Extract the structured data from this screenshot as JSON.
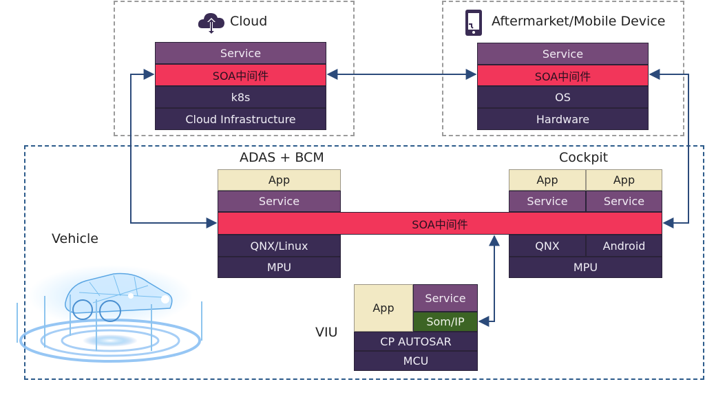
{
  "colors": {
    "service": "#754a79",
    "soa_middleware": "#f2365a",
    "base_layer": "#3a2c54",
    "app": "#f2e9c4",
    "som_ip": "#3c6424",
    "arrow": "#2b4a7a",
    "zone_gray": "#9a9a9a",
    "zone_blue": "#2b5a8a"
  },
  "cloud": {
    "title": "Cloud",
    "icon": "cloud-upload-download-icon",
    "layers": [
      "Service",
      "SOA中间件",
      "k8s",
      "Cloud Infrastructure"
    ]
  },
  "mobile": {
    "title": "Aftermarket/Mobile Device",
    "icon": "mobile-device-icon",
    "layers": [
      "Service",
      "SOA中间件",
      "OS",
      "Hardware"
    ]
  },
  "vehicle": {
    "title": "Vehicle",
    "image": "holographic-car-image",
    "middleware_bar": "SOA中间件",
    "adas": {
      "title": "ADAS + BCM",
      "layers": [
        "App",
        "Service",
        "QNX/Linux",
        "MPU"
      ]
    },
    "cockpit": {
      "title": "Cockpit",
      "left": [
        "App",
        "Service",
        "QNX"
      ],
      "right": [
        "App",
        "Service",
        "Android"
      ],
      "base": "MPU"
    },
    "viu": {
      "title": "VIU",
      "app": "App",
      "service": "Service",
      "som_ip": "Som/IP",
      "autosar": "CP AUTOSAR",
      "mcu": "MCU"
    }
  }
}
